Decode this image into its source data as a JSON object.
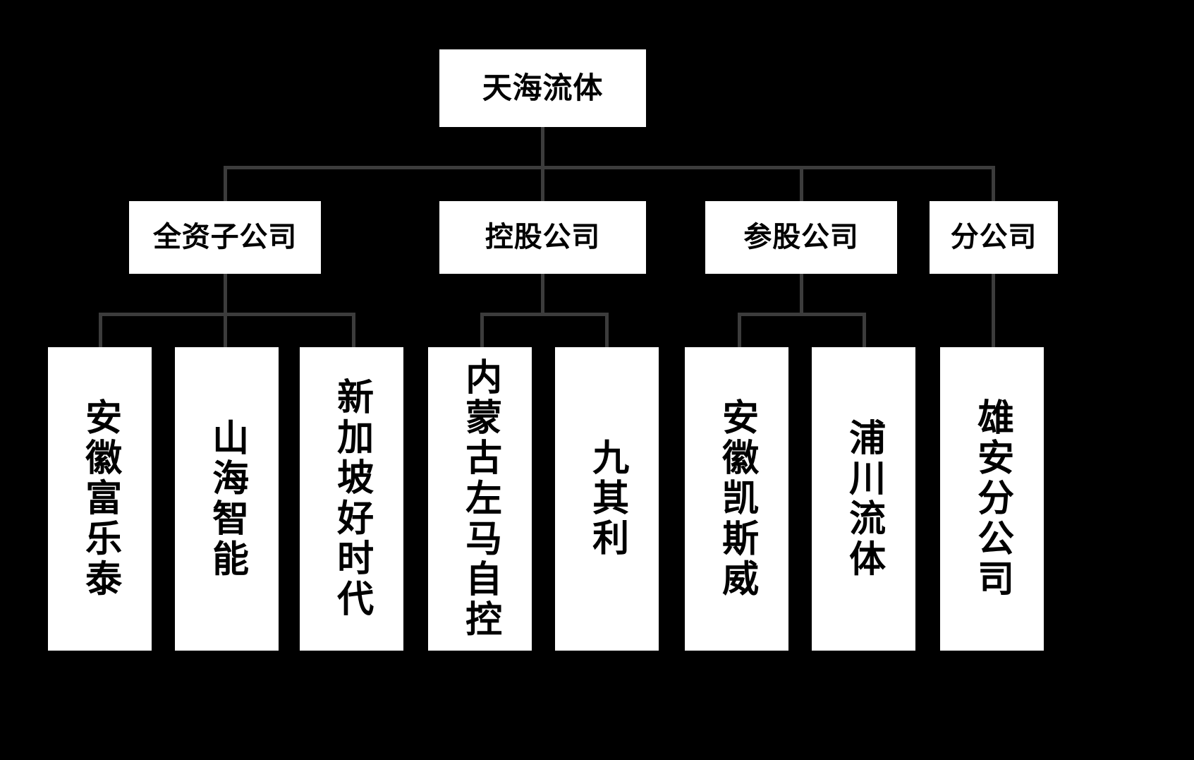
{
  "chart_data": {
    "type": "diagram",
    "diagram_type": "organizational-chart",
    "title": "天海流体",
    "background_color": "#000000",
    "node_fill_color": "#ffffff",
    "node_text_color": "#000000",
    "connector_color": "#3c3c3c",
    "levels": 3,
    "node_count": 13
  },
  "root": {
    "id": "tianhai-liuti",
    "label": "天海流体",
    "orientation": "horizontal"
  },
  "categories": [
    {
      "id": "wholly-owned",
      "label": "全资子公司",
      "orientation": "horizontal",
      "children": [
        {
          "id": "anhui-fuletai",
          "label": "安徽富乐泰",
          "orientation": "vertical",
          "char_count": 5
        },
        {
          "id": "shanhai-zhineng",
          "label": "山海智能",
          "orientation": "vertical",
          "char_count": 4
        },
        {
          "id": "xinjiapo-haoshidai",
          "label": "新加坡好时代",
          "orientation": "vertical",
          "char_count": 6
        }
      ]
    },
    {
      "id": "holding",
      "label": "控股公司",
      "orientation": "horizontal",
      "children": [
        {
          "id": "neimenggu-zuoma-zikong",
          "label": "内蒙古左马自控",
          "orientation": "vertical",
          "char_count": 7
        },
        {
          "id": "jiuqili",
          "label": "九其利",
          "orientation": "vertical",
          "char_count": 3
        }
      ]
    },
    {
      "id": "participating",
      "label": "参股公司",
      "orientation": "horizontal",
      "children": [
        {
          "id": "anhui-kaisiwei",
          "label": "安徽凯斯威",
          "orientation": "vertical",
          "char_count": 5
        },
        {
          "id": "puchuan-liuti",
          "label": "浦川流体",
          "orientation": "vertical",
          "char_count": 4
        }
      ]
    },
    {
      "id": "branch",
      "label": "分公司",
      "orientation": "horizontal",
      "children": [
        {
          "id": "xiongan-fengongsi",
          "label": "雄安分公司",
          "orientation": "vertical",
          "char_count": 5
        }
      ]
    }
  ]
}
